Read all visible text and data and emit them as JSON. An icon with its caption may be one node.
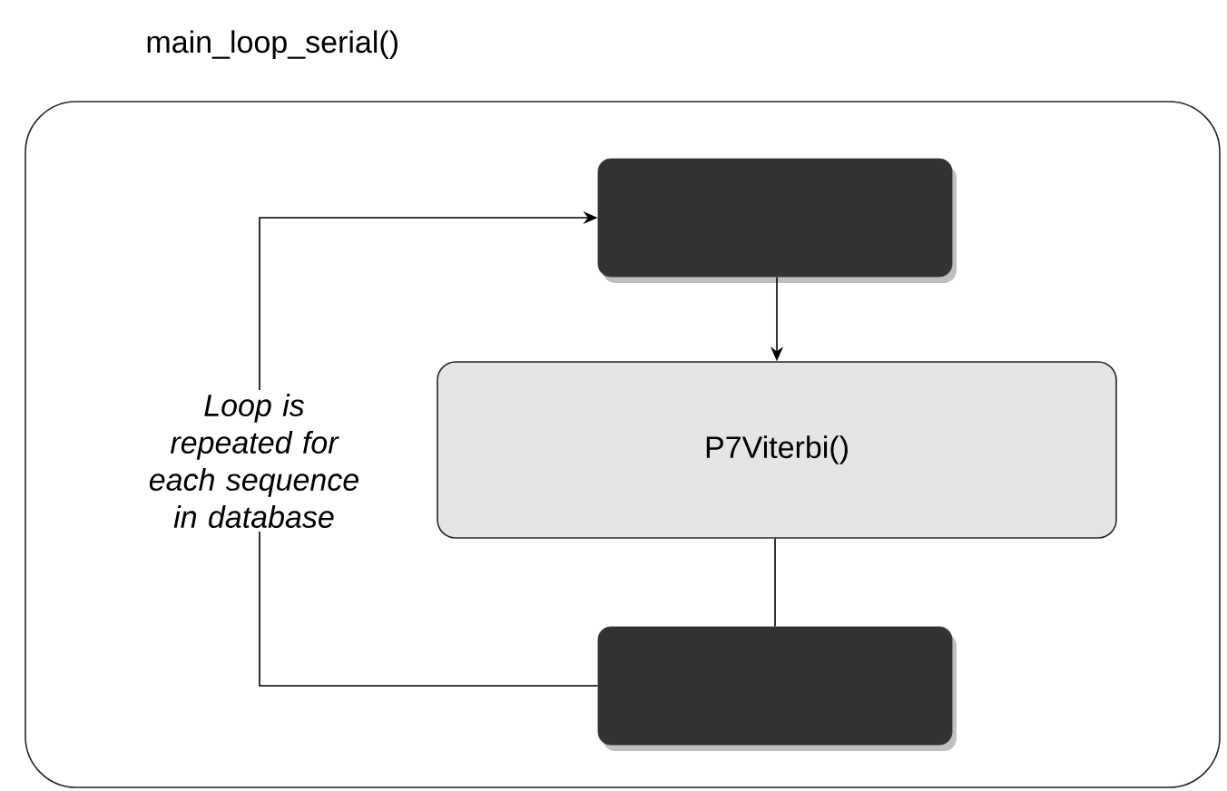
{
  "diagram": {
    "nodes": [
      {
        "text": [
          "main_loop_serial()"
        ]
      },
      {
        "text": [],
        "shape": "box",
        "in": 0
      },
      {
        "text": [
          "P7Viterbi()"
        ],
        "in": 0
      },
      {
        "text": [],
        "shape": "box",
        "in": 0
      }
    ],
    "edges": [
      {
        "from": 1,
        "to": 2,
        "arrow": "to"
      },
      {
        "from": 2,
        "to": 3,
        "arrow": "none"
      },
      {
        "from": 3,
        "to": 1,
        "arrow": "to",
        "label": "Loop is repeated for each sequence in database"
      }
    ]
  }
}
